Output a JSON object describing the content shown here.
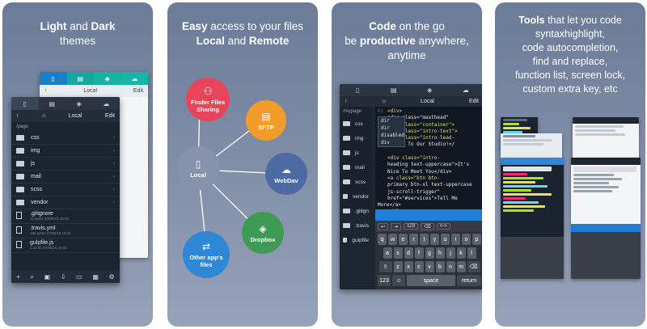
{
  "card1": {
    "title_bold1": "Light",
    "title_mid": " and ",
    "title_bold2": "Dark",
    "title_line2": "themes",
    "light_bar": {
      "left": "↑",
      "center": "Local",
      "right": "Edit"
    },
    "dark_bar": {
      "left": "↑",
      "center": "Local",
      "right": "Edit"
    },
    "path": "/page",
    "folders": [
      "css",
      "img",
      "js",
      "mail",
      "scss",
      "vendor"
    ],
    "files": [
      {
        "name": ".gitignore",
        "meta": "11 bytes 10/05/18 15:02"
      },
      {
        "name": ".travis.yml",
        "meta": "166 bytes 27/05/18 15:02"
      },
      {
        "name": "gulpfile.js",
        "meta": "2.23 kb 27/05/18 15:02"
      }
    ]
  },
  "card2": {
    "title_bold1": "Easy",
    "title_mid1": " access to your files",
    "title_bold2": "Local",
    "title_mid2": " and ",
    "title_bold3": "Remote",
    "nodes": {
      "finder": "Finder Files Sharing",
      "sftp": "SFTP",
      "local": "Local",
      "webdav": "WebDav",
      "dropbox": "Dropbox",
      "otherapps": "Other app's files"
    },
    "colors": {
      "finder": "#e8445a",
      "sftp": "#f29c2b",
      "local": "#8594ab",
      "webdav": "#4d6aa5",
      "dropbox": "#3f9b53",
      "otherapps": "#2f87d8"
    }
  },
  "card3": {
    "title_bold1": "Code",
    "title_mid1": " on the go",
    "title_pre2": "be ",
    "title_bold2": "productive",
    "title_mid2": " anywhere,",
    "title_line3": "anytime",
    "bar": {
      "left": "↑",
      "center": "Local",
      "right": "Edit"
    },
    "path": "/mypage",
    "side": [
      "css",
      "img",
      "js",
      "mail",
      "scss",
      "vendor",
      ".gitign",
      ".travis",
      "gulpfile"
    ],
    "code": [
      {
        "n": "61",
        "t": "<div>"
      },
      {
        "n": "",
        "t": "ader class=\"masthead\""
      },
      {
        "n": "",
        "t": "<div class=\"container\">"
      },
      {
        "n": "",
        "t": "<div class=\"intro-text\">"
      },
      {
        "n": "",
        "t": "<div class=\"intro-lead-"
      },
      {
        "n": "",
        "t": "elcome To Our Studio!</"
      },
      {
        "n": "",
        "t": ""
      },
      {
        "n": "",
        "t": "<div class=\"intro-"
      },
      {
        "n": "",
        "t": "heading text-uppercase\">It's"
      },
      {
        "n": "",
        "t": "Nice To Meet You</div>"
      },
      {
        "n": "",
        "t": "<a class=\"btn btn-"
      },
      {
        "n": "",
        "t": "primary btn-xl text-uppercase"
      },
      {
        "n": "",
        "t": "js-scroll-trigger\""
      },
      {
        "n": "",
        "t": "href=\"#services\">Tell Me More</a>"
      },
      {
        "n": "",
        "t": "</div>"
      },
      {
        "n": "",
        "t": "</div>"
      },
      {
        "n": "",
        "t": "</header>"
      }
    ],
    "popup": [
      "dir",
      "dir",
      "disabled",
      "div"
    ],
    "extra_keys": [
      "↩",
      "⇥",
      "123",
      "⌫",
      "<->"
    ],
    "keys_row1": [
      "q",
      "w",
      "e",
      "r",
      "t",
      "y",
      "u",
      "i",
      "o",
      "p"
    ],
    "keys_row2": [
      "a",
      "s",
      "d",
      "f",
      "g",
      "h",
      "j",
      "k",
      "l"
    ],
    "keys_row3": [
      "z",
      "x",
      "c",
      "v",
      "b",
      "n",
      "m"
    ],
    "space": "space",
    "return": "return",
    "num": "123"
  },
  "card4": {
    "title_bold": "Tools",
    "title_rest": " that let you code",
    "lines": [
      "syntaxhighlight,",
      "code autocompletion,",
      "find and replace,",
      "function list, screen lock,",
      "custom extra key, etc"
    ]
  }
}
